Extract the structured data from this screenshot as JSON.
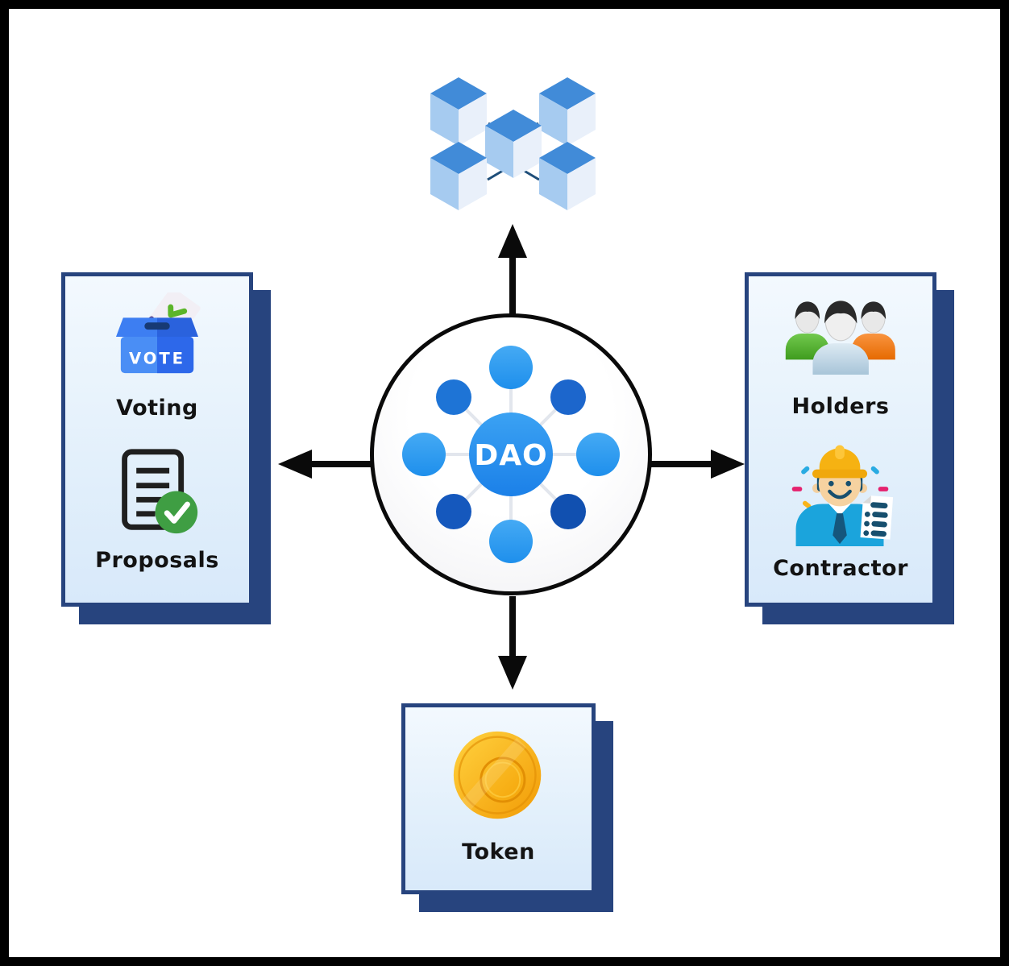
{
  "diagram": {
    "title_none": "",
    "center": {
      "label": "DAO",
      "icon": "dao-network-hub-icon"
    },
    "top_node": {
      "icon": "blockchain-cubes-icon"
    },
    "arrows": [
      "up",
      "left",
      "right",
      "down"
    ],
    "cards": {
      "left": {
        "items": [
          {
            "icon": "vote-ballot-box-icon",
            "icon_text": "VOTE",
            "label": "Voting"
          },
          {
            "icon": "proposal-document-check-icon",
            "label": "Proposals"
          }
        ]
      },
      "right": {
        "items": [
          {
            "icon": "holders-group-icon",
            "label": "Holders"
          },
          {
            "icon": "contractor-worker-icon",
            "label": "Contractor"
          }
        ]
      },
      "bottom": {
        "items": [
          {
            "icon": "token-coin-icon",
            "label": "Token"
          }
        ]
      }
    },
    "colors": {
      "frame": "#000000",
      "card_border": "#27447e",
      "card_shadow": "#27447e",
      "card_bg_top": "#f3f9fe",
      "card_bg_bottom": "#d8e9fa",
      "arrow": "#0a0a0a",
      "hub_center_blue": "#2793ee",
      "hub_light_blue": "#2f9ef2",
      "hub_dark_blue": "#1150b0",
      "cube_top": "#418bd8",
      "cube_left": "#a6cbf0",
      "cube_right": "#e9f0fa",
      "vote_box_blue": "#4a8ef5",
      "check_green": "#3f9e43",
      "holder_green": "#4fae2d",
      "holder_orange": "#f07c1d",
      "holder_blue_gray": "#bdd6e6",
      "contractor_shirt": "#1ba4dc",
      "hardhat_yellow": "#f6b212",
      "coin_gold": "#f9b513",
      "label_text": "#131313"
    }
  }
}
